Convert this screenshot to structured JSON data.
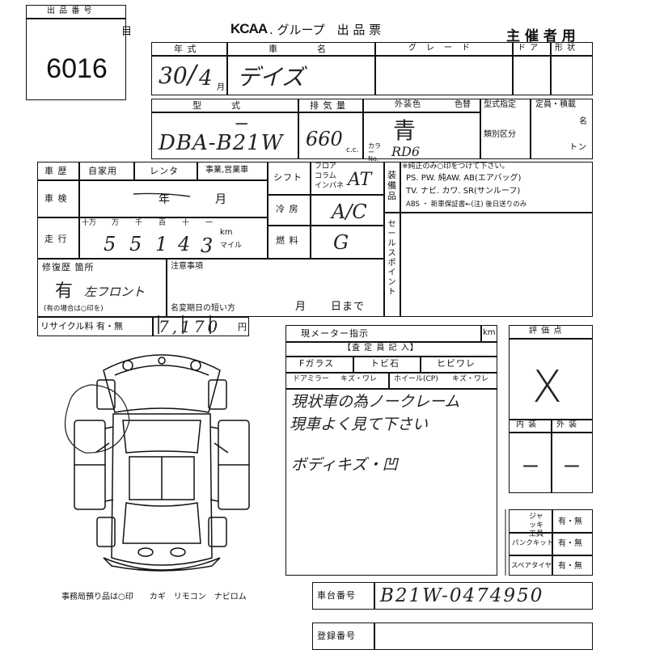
{
  "lot": {
    "label": "出 品 番 号",
    "number": "6016"
  },
  "header": {
    "brand_logo": "KCAA",
    "title_suffix": ". グループ　出 品 票",
    "sponsor": "主 催 者 用",
    "edge_mark": "目"
  },
  "row1": {
    "year_label": "年 式",
    "name_label": "車　　　　名",
    "grade_label": "グ　レ　ー　ド",
    "door_label": "ド ア",
    "shape_label": "形 状",
    "year_value": "30",
    "month_value": "4",
    "month_unit": "月",
    "name_value": "デイズ"
  },
  "row2": {
    "model_label": "型　　　式",
    "displacement_label": "排 気 量",
    "color_label": "外装色",
    "color_suffix": "色替",
    "type_label": "型式指定",
    "type_class": "類別区分",
    "capacity_label": "定員・積載",
    "name_unit": "名",
    "ton_unit": "トン",
    "model_value": "DBA-B21W",
    "model_dash": "ー",
    "displacement_value": "660",
    "cc_unit": "c.c.",
    "color_value": "青",
    "color_no_label": "カラー No.",
    "color_no_value": "RD6"
  },
  "history": {
    "label": "車 歴",
    "private": "自家用",
    "rental": "レンタ",
    "business": "事業,営業車"
  },
  "inspection": {
    "label": "車 検",
    "year_unit": "年",
    "month_unit": "月"
  },
  "mileage": {
    "label": "走 行",
    "units": [
      "十万",
      "万",
      "千",
      "百",
      "十",
      "一"
    ],
    "digits": [
      "5",
      "5",
      "1",
      "4",
      "3"
    ],
    "km": "km",
    "mile": "マイル"
  },
  "shift": {
    "label": "シフト",
    "floor": "フロア",
    "column": "コラム",
    "instrument": "インパネ",
    "value": "AT"
  },
  "ac": {
    "label": "冷 房",
    "value": "A/C"
  },
  "fuel": {
    "label": "燃 料",
    "value": "G"
  },
  "equipment": {
    "label": "装備品",
    "note": "※純正のみ○印をつけて下さい。",
    "line1": "PS. PW. 純AW. AB(エアバッグ)",
    "line2": "TV. ナビ. カワ. SR(サンルーフ)",
    "line3": "ABS ・ 新車保証書←(注) 後日送りのみ"
  },
  "sales_point": {
    "label": "セールスポイント"
  },
  "repair": {
    "label": "修復歴 箇所",
    "value": "有",
    "value_note": "左フロント",
    "note": "(有の場合は○印を)"
  },
  "caution": {
    "label": "注意事項",
    "name_change": "名変期日の短い方",
    "month": "月",
    "day": "日まで"
  },
  "recycle": {
    "label": "リサイクル料 有・無",
    "value": "7,170",
    "unit": "円"
  },
  "meter": {
    "label": "現メーター指示",
    "km": "km"
  },
  "inspector": {
    "header": "【査 定 員 記 入】",
    "f_glass": "Fガラス",
    "stone_chip": "トビ石",
    "crack": "ヒビワレ",
    "door_mirror": "ドアミラー",
    "mirror_damage": "キズ・ワレ",
    "wheel": "ホイール(CP)",
    "wheel_damage": "キズ・ワレ"
  },
  "comments": [
    "現状車の為ノークレーム",
    "現車よく見て下さい",
    "ボディキズ・凹"
  ],
  "rating": {
    "label": "評 価 点",
    "value": "X",
    "interior": "内 装",
    "exterior": "外 装",
    "interior_value": "ー",
    "exterior_value": "ー"
  },
  "tools": {
    "jack": "ジャッキ工具",
    "puncture": "パンクキット",
    "spare": "スペアタイヤ",
    "choice": "有・無"
  },
  "chassis": {
    "label": "車台番号",
    "value": "B21W-0474950"
  },
  "registration": {
    "label": "登録番号"
  },
  "office_note": "事務局預り品は○印　　カギ　リモコン　ナビロム"
}
